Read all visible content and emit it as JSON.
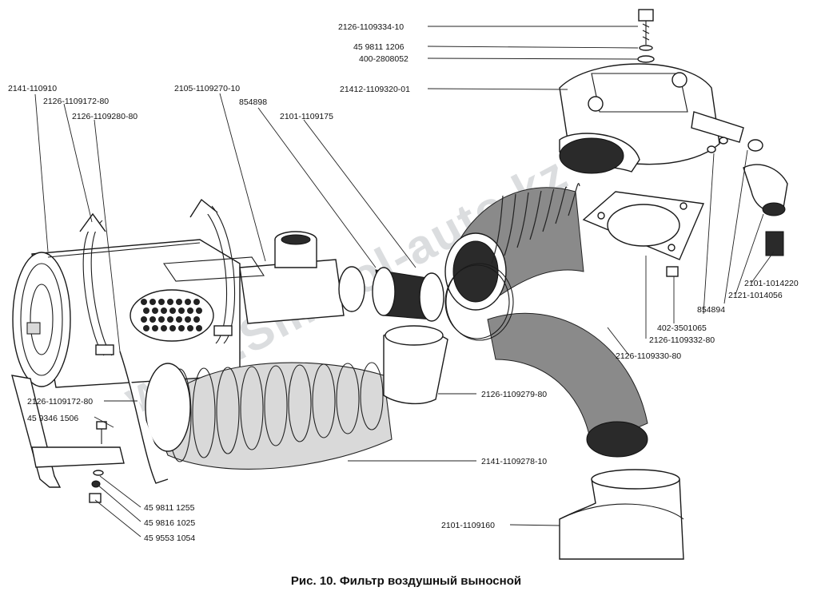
{
  "figure": {
    "caption": "Рис. 10. Фильтр воздушный выносной",
    "watermark": "www.Simbol-auto.kz"
  },
  "labels": [
    {
      "id": "p1",
      "text": "2126-1109334-10"
    },
    {
      "id": "p2",
      "text": "45  9811  1206"
    },
    {
      "id": "p3",
      "text": "400-2808052"
    },
    {
      "id": "p4",
      "text": "21412-1109320-01"
    },
    {
      "id": "p5",
      "text": "2141-110910"
    },
    {
      "id": "p6",
      "text": "2126-1109172-80"
    },
    {
      "id": "p7",
      "text": "2126-1109280-80"
    },
    {
      "id": "p8",
      "text": "2105-1109270-10"
    },
    {
      "id": "p9",
      "text": "854898"
    },
    {
      "id": "p10",
      "text": "2101-1109175"
    },
    {
      "id": "p11",
      "text": "2101-1014220"
    },
    {
      "id": "p12",
      "text": "2121-1014056"
    },
    {
      "id": "p13",
      "text": "854894"
    },
    {
      "id": "p14",
      "text": "402-3501065"
    },
    {
      "id": "p15",
      "text": "2126-1109332-80"
    },
    {
      "id": "p16",
      "text": "2126-1109330-80"
    },
    {
      "id": "p17",
      "text": "2126-1109279-80"
    },
    {
      "id": "p18",
      "text": "2126-1109172-80"
    },
    {
      "id": "p19",
      "text": "45  9346  1506"
    },
    {
      "id": "p20",
      "text": "2141-1109278-10"
    },
    {
      "id": "p21",
      "text": "45  9811  1255"
    },
    {
      "id": "p22",
      "text": "45  9816  1025"
    },
    {
      "id": "p23",
      "text": "45  9553  1054"
    },
    {
      "id": "p24",
      "text": "2101-1109160"
    }
  ]
}
